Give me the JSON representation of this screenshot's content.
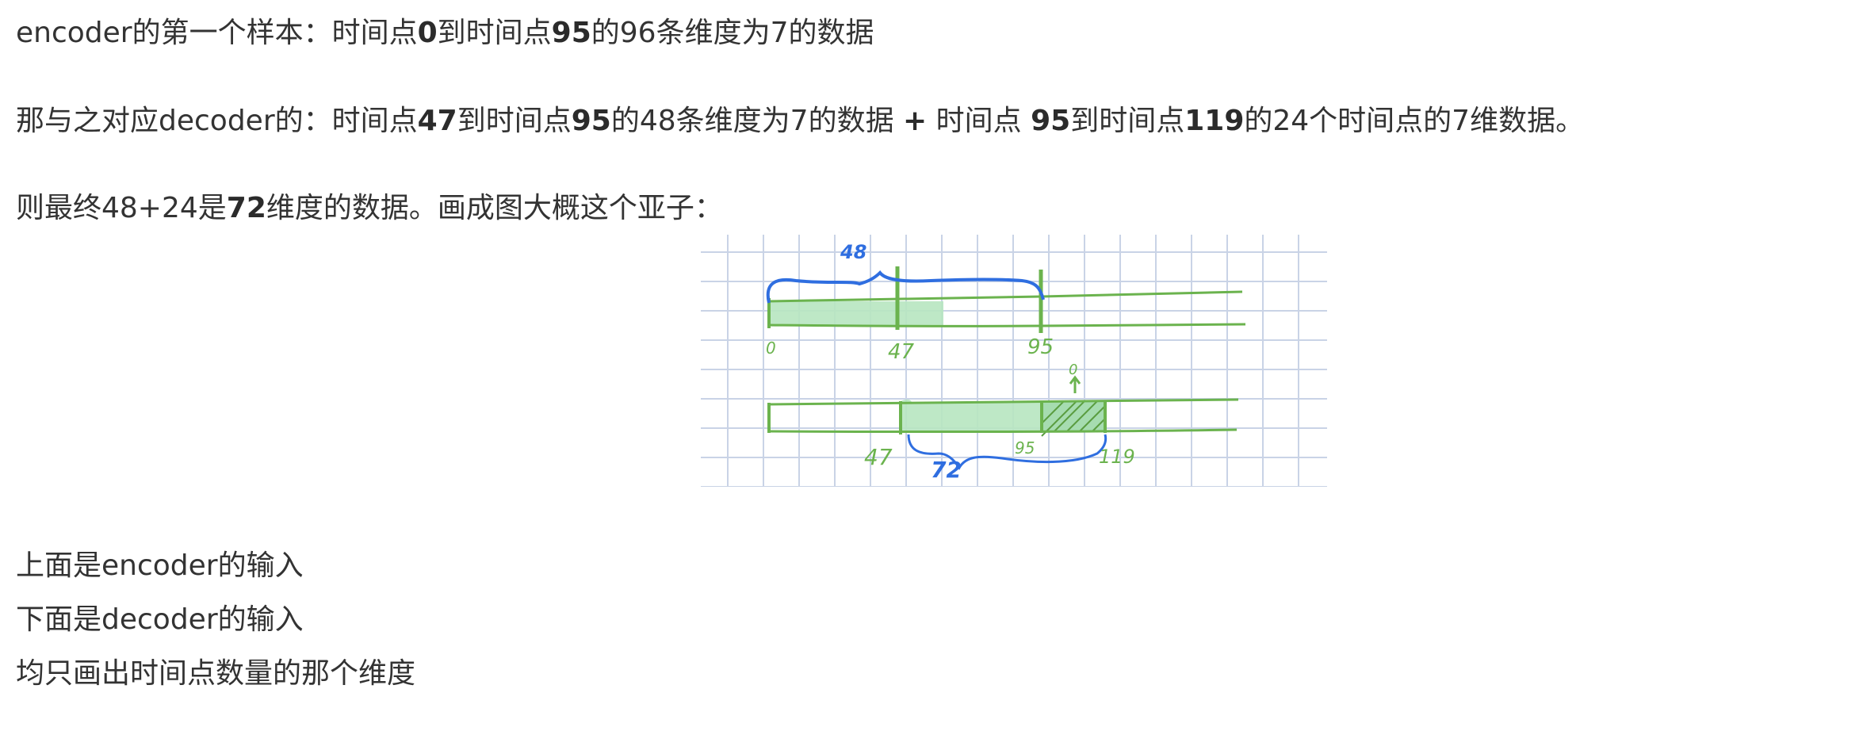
{
  "paragraphs": {
    "p1": {
      "a": "encoder的第一个样本：时间点",
      "b": "0",
      "c": "到时间点",
      "d": "95",
      "e": "的96条维度为7的数据"
    },
    "p2": {
      "a": "那与之对应decoder的：时间点",
      "b": "47",
      "c": "到时间点",
      "d": "95",
      "e": "的48条维度为7的数据 ",
      "f": "+",
      "g": " 时间点 ",
      "h": "95",
      "i": "到时间点",
      "j": "119",
      "k": "的24个时间点的7维数据。"
    },
    "p3": {
      "a": "则最终48+24是",
      "b": "72",
      "c": "维度的数据。画成图大概这个亚子："
    }
  },
  "captions": {
    "upper": "上面是encoder的输入",
    "lower": "下面是decoder的输入",
    "note": "均只画出时间点数量的那个维度"
  },
  "sketch": {
    "labels": {
      "top_span": "48",
      "top_start": "0",
      "top_mid": "47",
      "top_end": "95",
      "bottom_start": "47",
      "bottom_span": "72",
      "bottom_mid": "95",
      "bottom_end": "119",
      "marker": "0"
    },
    "colors": {
      "grid": "#c9d3e6",
      "green": "#6bb34e",
      "green_fill": "#b7e6c0",
      "blue": "#2f6ee0"
    }
  }
}
